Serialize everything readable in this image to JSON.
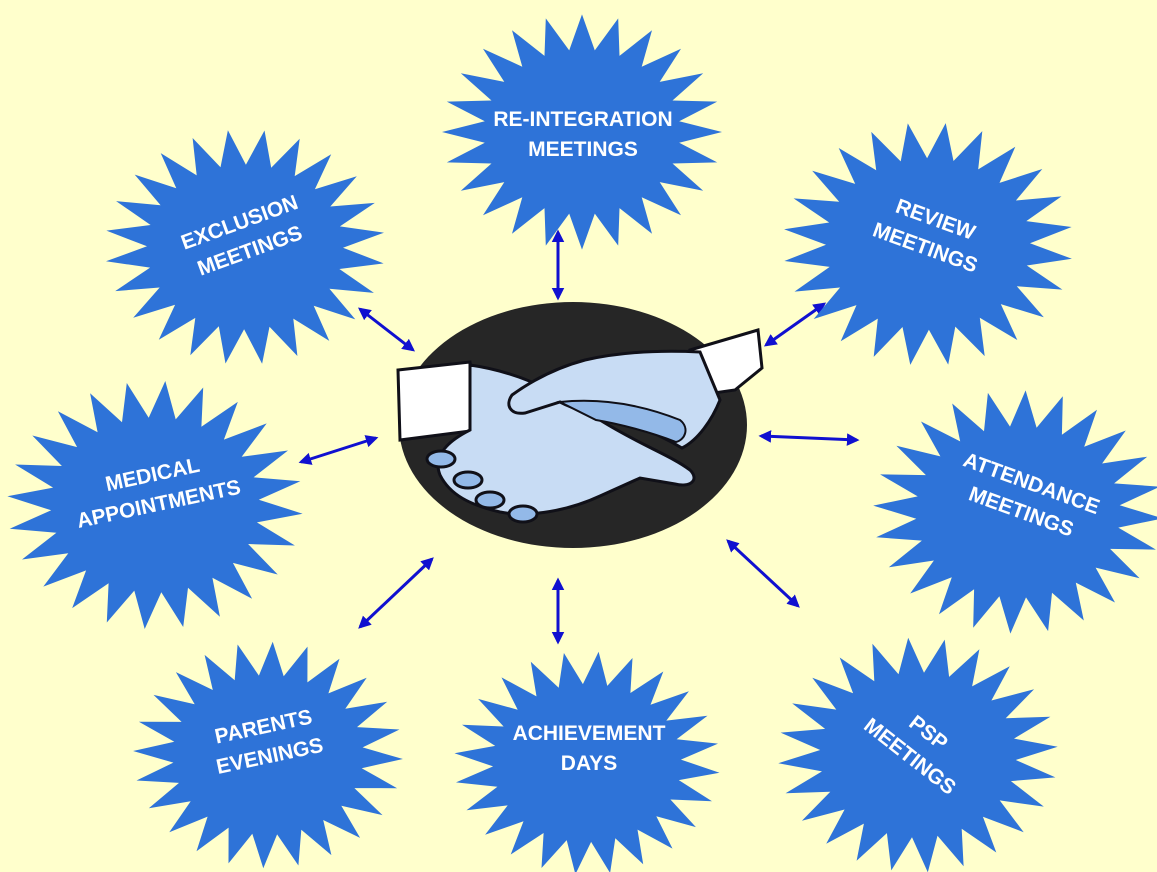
{
  "diagram": {
    "center": {
      "icon": "handshake-icon"
    },
    "nodes": [
      {
        "id": "reintegration",
        "lines": [
          "RE-INTEGRATION",
          "MEETINGS"
        ]
      },
      {
        "id": "review",
        "lines": [
          "REVIEW",
          "MEETINGS"
        ]
      },
      {
        "id": "attendance",
        "lines": [
          "ATTENDANCE",
          "MEETINGS"
        ]
      },
      {
        "id": "psp",
        "lines": [
          "PSP",
          "MEETINGS"
        ]
      },
      {
        "id": "achievement",
        "lines": [
          "ACHIEVEMENT",
          "DAYS"
        ]
      },
      {
        "id": "parents",
        "lines": [
          "PARENTS",
          "EVENINGS"
        ]
      },
      {
        "id": "medical",
        "lines": [
          "MEDICAL",
          "APPOINTMENTS"
        ]
      },
      {
        "id": "exclusion",
        "lines": [
          "EXCLUSION",
          "MEETINGS"
        ]
      }
    ],
    "colors": {
      "background": "#ffffcc",
      "burst": "#2e73d8",
      "arrow": "#1010d0",
      "ellipse": "#262626",
      "hand_light": "#c8dcf4",
      "hand_mid": "#93b9e8",
      "hand_outline": "#101018"
    }
  }
}
